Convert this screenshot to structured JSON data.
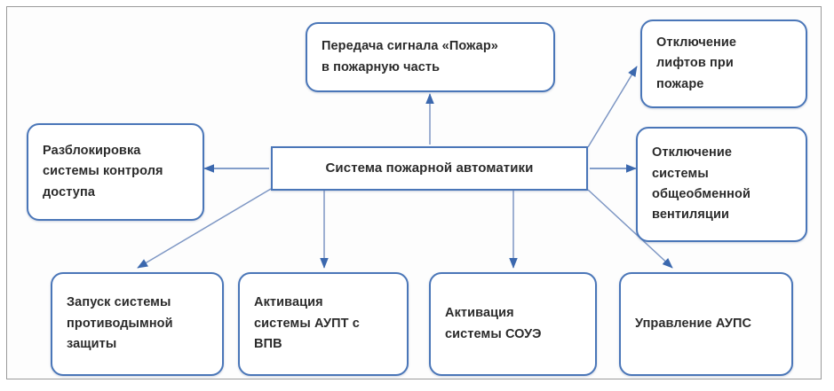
{
  "diagram": {
    "title": "Система пожарной автоматики",
    "colors": {
      "node_border": "#4a76b8",
      "node_fill": "#ffffff",
      "edge": "#5b7fba",
      "text": "#2b2b2b",
      "frame_border": "#9a9a9a"
    },
    "center": {
      "label": "Система пожарной автоматики"
    },
    "nodes": [
      {
        "id": "fire-signal-transfer",
        "label": "Передача сигнала «Пожар»\nв пожарную часть"
      },
      {
        "id": "elevator-shutdown",
        "label": "Отключение\nлифтов при\nпожаре"
      },
      {
        "id": "ventilation-shutdown",
        "label": "Отключение\nсистемы\nобщеобменной\nвентиляции"
      },
      {
        "id": "access-control-unlock",
        "label": "Разблокировка\nсистемы контроля\nдоступа"
      },
      {
        "id": "smoke-protection",
        "label": "Запуск системы\nпротиводымной\nзащиты"
      },
      {
        "id": "aupt-vpv-activation",
        "label": "Активация\nсистемы АУПТ с\nВПВ"
      },
      {
        "id": "soue-activation",
        "label": "Активация\nсистемы СОУЭ"
      },
      {
        "id": "aups-control",
        "label": "Управление АУПС"
      }
    ],
    "edges": [
      {
        "from": "center",
        "to": "fire-signal-transfer"
      },
      {
        "from": "center",
        "to": "elevator-shutdown"
      },
      {
        "from": "center",
        "to": "ventilation-shutdown"
      },
      {
        "from": "center",
        "to": "access-control-unlock"
      },
      {
        "from": "center",
        "to": "smoke-protection"
      },
      {
        "from": "center",
        "to": "aupt-vpv-activation"
      },
      {
        "from": "center",
        "to": "soue-activation"
      },
      {
        "from": "center",
        "to": "aups-control"
      }
    ]
  }
}
